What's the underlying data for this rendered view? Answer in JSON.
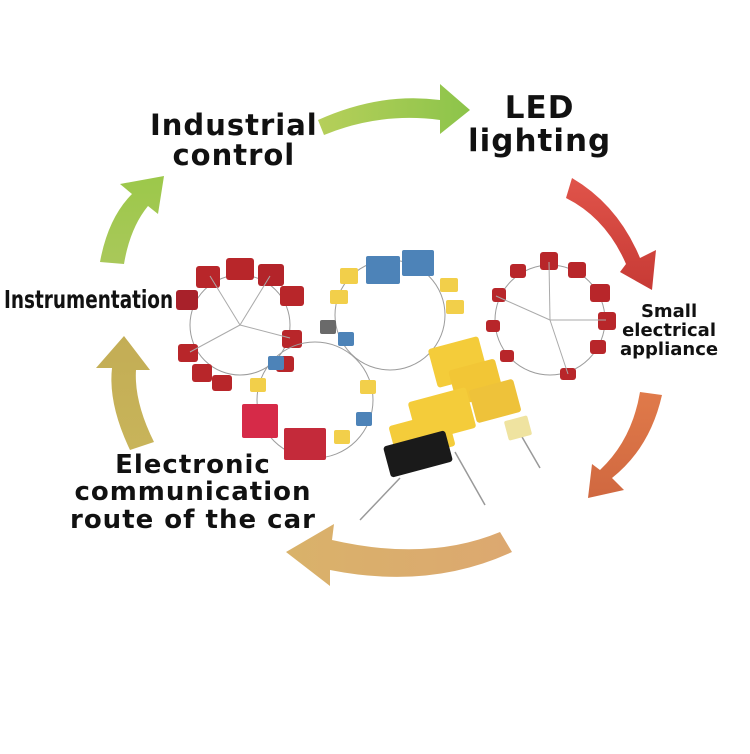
{
  "labels": {
    "industrial_control": [
      "Industrial",
      "control"
    ],
    "led_lighting": [
      "LED",
      "lighting"
    ],
    "small_appliance": [
      "Small",
      "electrical",
      "appliance"
    ],
    "instrumentation": "Instrumentation",
    "electronic_communication": [
      "Electronic",
      "communication",
      "route of the car"
    ]
  },
  "colors": {
    "arrow_green": "#9cc84a",
    "arrow_lime": "#b6cf5a",
    "arrow_red": "#d9463c",
    "arrow_orange": "#d97a45",
    "arrow_tan": "#d9b26a",
    "arrow_olive": "#c8b45a",
    "capacitor_red": "#b8262a",
    "capacitor_yellow": "#f2cf4a",
    "capacitor_blue": "#4d83b8"
  },
  "icons": [
    "cycle-arrow-icon",
    "capacitor-ring-image"
  ]
}
